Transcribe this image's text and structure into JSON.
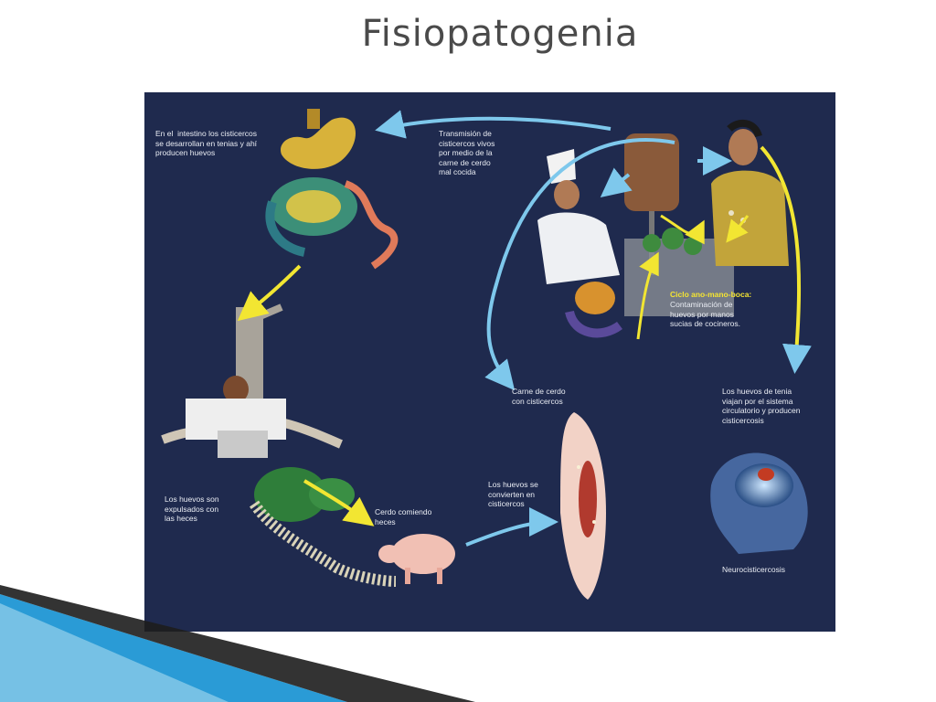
{
  "slide": {
    "title": "Fisiopatogenia"
  },
  "diagram": {
    "labels": {
      "intestine": "En el  intestino los cisticercos\nse desarrollan en tenias y ahí\nproducen huevos",
      "transmission": "Transmisión de\ncisticercos vivos\npor medio de la\ncarne de cerdo\nmal cocida",
      "cycle_title": "Ciclo ano-mano-boca:",
      "cycle_text": "Contaminación de\nhuevos por manos\nsucias de cocineros.",
      "pork": "Carne de cerdo\ncon cisticercos",
      "eggs_travel": "Los huevos de tenia\nviajan por el sistema\ncirculatorio y producen\ncisticercosis",
      "eggs_expelled": "Los huevos son\nexpulsados con\nlas heces",
      "pig_eating": "Cerdo comiendo\nheces",
      "eggs_convert": "Los huevos se\nconvierten en\ncisticercos",
      "neuro": "Neurocisticercosis"
    },
    "colors": {
      "background": "#1f2a4e",
      "arrow_cyan": "#7ec8ec",
      "arrow_yellow": "#f2e632",
      "label_text": "#e9ecf3"
    }
  }
}
